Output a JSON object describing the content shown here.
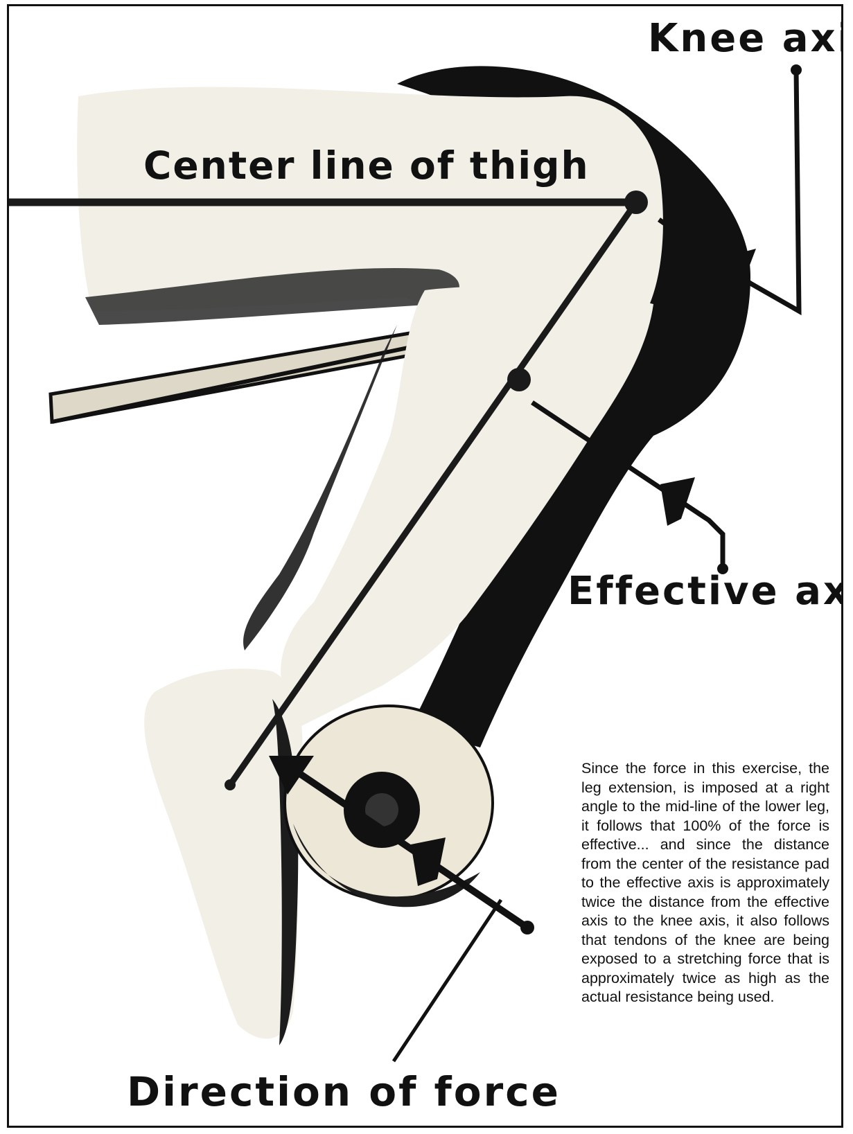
{
  "labels": {
    "knee_axis": "Knee axis",
    "center_line": "Center line of thigh",
    "effective_axis": "Effective axis",
    "direction_of_force": "Direction of force"
  },
  "caption": "Since the force in this exercise, the leg extension, is imposed at a right angle to the mid-line of the lower leg, it follows that 100% of the force is effective... and since the distance from the center of the resistance pad to the effective axis is approximately twice the distance from the effective axis to the knee axis, it also follows that tendons of the knee are being exposed to a stretching force that is approximately twice as high as the actual resistance being used.",
  "colors": {
    "ink": "#111111",
    "skin": "#f2efe6",
    "pad": "#ece7d6",
    "background": "#ffffff"
  }
}
